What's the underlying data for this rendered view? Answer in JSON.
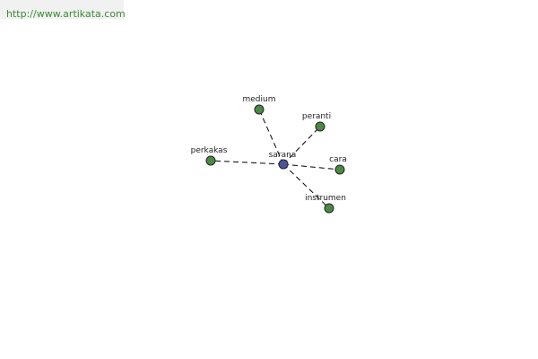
{
  "header": {
    "url_text": "http://www.artikata.com",
    "url_color": "#3b8a33"
  },
  "graph": {
    "center": {
      "label": "sarana",
      "color": "#4a52a0"
    },
    "leaf_color": "#4a8a43",
    "nodes": [
      {
        "id": "medium",
        "label": "medium"
      },
      {
        "id": "peranti",
        "label": "peranti"
      },
      {
        "id": "perkakas",
        "label": "perkakas"
      },
      {
        "id": "cara",
        "label": "cara"
      },
      {
        "id": "instrumen",
        "label": "instrumen"
      }
    ],
    "edges": [
      {
        "from": "sarana",
        "to": "medium"
      },
      {
        "from": "sarana",
        "to": "peranti"
      },
      {
        "from": "sarana",
        "to": "perkakas"
      },
      {
        "from": "sarana",
        "to": "cara"
      },
      {
        "from": "sarana",
        "to": "instrumen"
      }
    ]
  }
}
